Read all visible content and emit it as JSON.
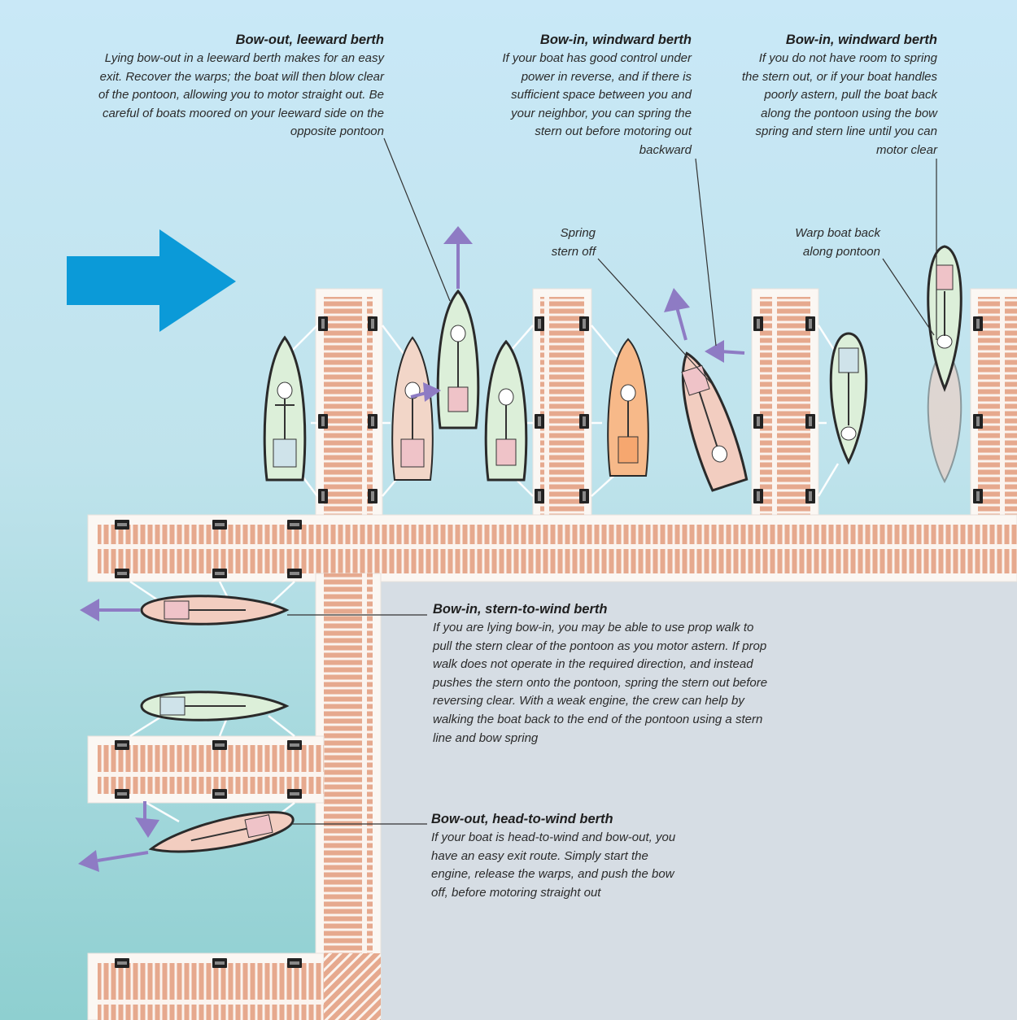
{
  "colors": {
    "sky": "#c6e6f5",
    "water": "#9ed2d8",
    "land": "#d6dde4",
    "pontoon_edge": "#f4f1ee",
    "plank": "#e7ab90",
    "arrow_wind": "#0b9ad8",
    "arrow_move": "#8e7bc4",
    "boat_pink": "#f2cdc0",
    "boat_green": "#dcefd9",
    "boat_orange": "#f7b989",
    "boat_blue": "#cfe9ec"
  },
  "icons": {
    "wind": "wind-direction-arrow-icon",
    "move": "boat-movement-arrow-icon"
  },
  "captions": {
    "leeward": {
      "title": "Bow-out, leeward berth",
      "body": "Lying bow-out in a leeward berth makes for an easy exit. Recover the warps; the boat will then blow clear of the pontoon, allowing you to motor straight out. Be careful of boats moored on your leeward side on the opposite pontoon"
    },
    "windward1": {
      "title": "Bow-in, windward berth",
      "body": "If your boat has good control under power in reverse, and if there is sufficient space between you and your neighbor, you can spring the stern out before motoring out backward"
    },
    "windward2": {
      "title": "Bow-in, windward berth",
      "body": "If you do not have room to spring the stern out, or if your boat handles poorly astern, pull the boat back along the pontoon using the bow spring and stern line until you can motor clear"
    },
    "spring": {
      "body": "Spring stern off"
    },
    "warp": {
      "body": "Warp boat back along pontoon"
    },
    "sternwind": {
      "title": "Bow-in, stern-to-wind berth",
      "body": "If you are lying bow-in, you may be able to use prop walk to pull the stern clear of the pontoon as you motor astern. If prop walk does not operate in the required direction, and instead pushes the stern onto the pontoon, spring the stern out before reversing clear. With a weak engine, the crew can help by walking the boat back to the end of the pontoon using a stern line and bow spring"
    },
    "headwind": {
      "title": "Bow-out, head-to-wind berth",
      "body": "If your boat is head-to-wind and bow-out, you have an easy exit route. Simply start the engine, release the warps, and push the bow off, before motoring straight out"
    }
  }
}
